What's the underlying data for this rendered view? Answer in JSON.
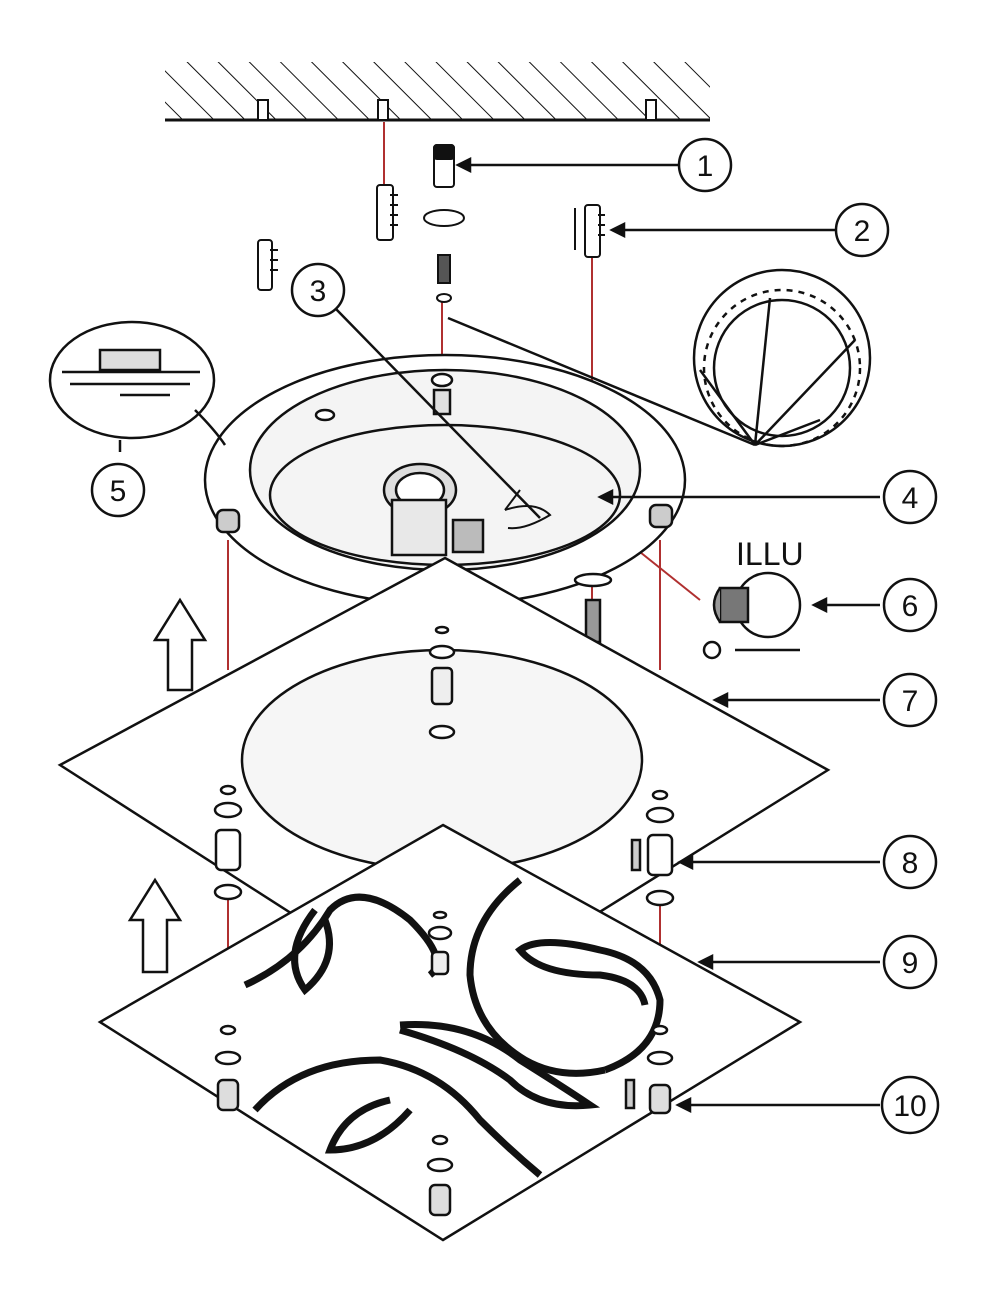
{
  "diagram": {
    "bulb_label": "ILLU",
    "callouts": [
      "1",
      "2",
      "3",
      "4",
      "5",
      "6",
      "7",
      "8",
      "9",
      "10"
    ],
    "colors": {
      "line": "#111111",
      "guide": "#b03030",
      "shade": "#e8e8e8",
      "background": "#ffffff"
    },
    "icons": {
      "arrow": "up-arrow-icon",
      "bulb": "light-bulb-icon"
    }
  }
}
